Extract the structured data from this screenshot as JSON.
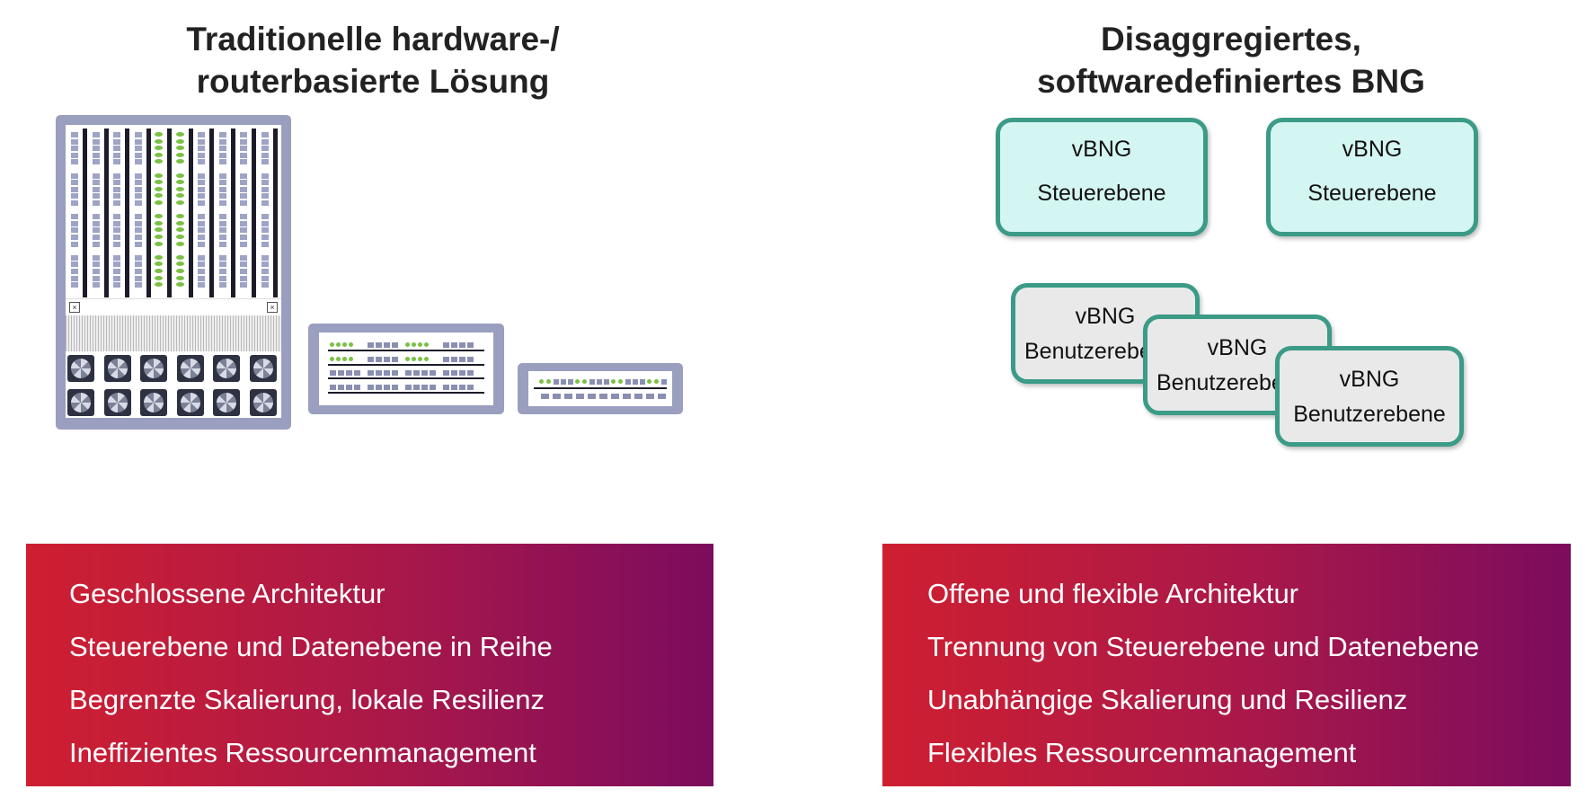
{
  "left": {
    "title_lines": [
      "Traditionelle hardware-/",
      "routerbasierte Lösung"
    ],
    "features": [
      "Geschlossene Architektur",
      "Steuerebene und Datenebene in Reihe",
      "Begrenzte Skalierung, lokale Resilienz",
      "Ineffizientes Ressourcenmanagement"
    ],
    "devices": [
      "chassis-router",
      "mid-router",
      "small-router"
    ]
  },
  "right": {
    "title_lines": [
      "Disaggregiertes,",
      "softwaredefiniertes BNG"
    ],
    "control_plane_boxes": [
      {
        "name": "vBNG",
        "plane": "Steuerebene"
      },
      {
        "name": "vBNG",
        "plane": "Steuerebene"
      }
    ],
    "user_plane_boxes": [
      {
        "name": "vBNG",
        "plane": "Benutzerebene"
      },
      {
        "name": "vBNG",
        "plane": "Benutzerebene"
      },
      {
        "name": "vBNG",
        "plane": "Benutzerebene"
      }
    ],
    "features": [
      "Offene und flexible Architektur",
      "Trennung von Steuerebene und Datenebene",
      "Unabhängige Skalierung und Resilienz",
      "Flexibles Ressourcenmanagement"
    ]
  },
  "colors": {
    "panel_gradient_start": "#cf1f31",
    "panel_gradient_end": "#7c0c5e",
    "box_border": "#3b9b86",
    "control_fill": "#d4f6f2",
    "user_fill": "#e9e9ea",
    "device_frame": "#9a9fc0"
  }
}
